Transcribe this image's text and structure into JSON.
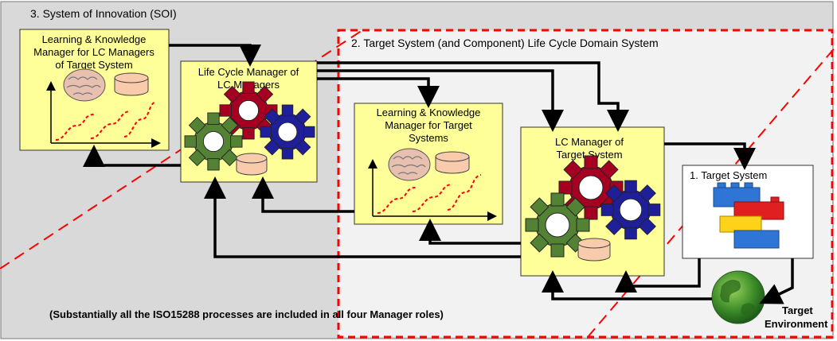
{
  "soi": {
    "title": "3.  System of Innovation (SOI)"
  },
  "domain": {
    "title": "2.  Target System (and Component)  Life Cycle Domain System"
  },
  "boxes": {
    "lk_lc": {
      "lines": [
        "Learning & Knowledge",
        "Manager for LC Managers",
        "of Target System"
      ]
    },
    "lcm_lc": {
      "lines": [
        "Life Cycle Manager of",
        "LC Managers"
      ]
    },
    "lk_target": {
      "lines": [
        "Learning & Knowledge",
        "Manager for Target",
        "Systems"
      ]
    },
    "lcm_target": {
      "lines": [
        "LC Manager of",
        "Target System"
      ]
    },
    "target": {
      "title": "1. Target System"
    }
  },
  "environment": {
    "lines": [
      "Target",
      "Environment"
    ]
  },
  "footnote": "(Substantially all the ISO15288 processes are included in all four Manager roles)",
  "colors": {
    "soi_bg": "#d9d9d9",
    "domain_bg": "#f2f2f2",
    "box_fill": "#ffff99",
    "dashed_red": "#ff0000",
    "gear_red": "#a50021",
    "gear_green": "#548235",
    "gear_blue": "#1f1f9a",
    "cylinder": "#f8cbad",
    "brick_blue": "#2e75d6",
    "brick_red": "#e02020",
    "brick_yellow": "#ffd21a"
  },
  "icons": [
    "brain-icon",
    "cylinder-icon",
    "s-curve-chart-icon",
    "gear-icon",
    "lego-bricks-icon",
    "globe-icon"
  ]
}
